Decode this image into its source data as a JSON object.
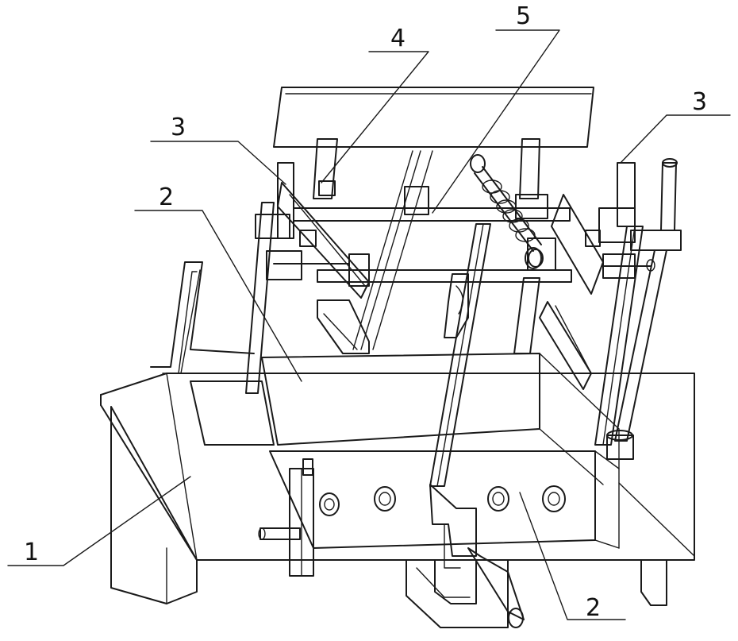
{
  "labels": {
    "l1": "1",
    "l2a": "2",
    "l2b": "2",
    "l3a": "3",
    "l3b": "3",
    "l4": "4",
    "l5": "5"
  }
}
